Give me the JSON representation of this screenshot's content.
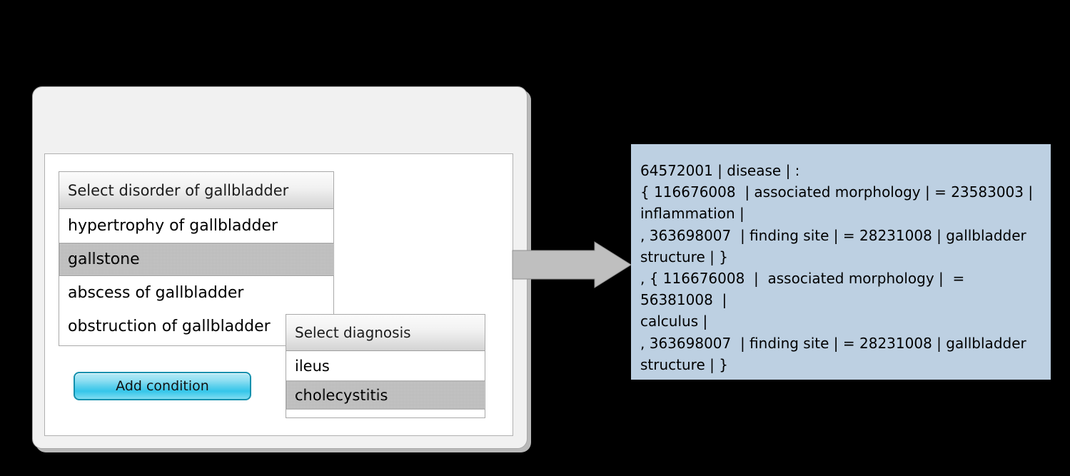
{
  "app": {
    "window_title": "",
    "background_color": "#000000"
  },
  "colors": {
    "panel_bg": "#f1f1f1",
    "inner_panel_bg": "#ffffff",
    "expression_panel_bg": "#bdd0e2",
    "arrow_fill": "#bfbfbf",
    "arrow_stroke": "#8f8f8f",
    "button_accent": "#35c6ea",
    "button_border": "#1290ad"
  },
  "dropdowns": [
    {
      "name": "disorder-of-gallbladder",
      "header": "Select disorder of gallbladder",
      "items": [
        {
          "label": "hypertrophy of gallbladder",
          "selected": false
        },
        {
          "label": "gallstone",
          "selected": true
        },
        {
          "label": "abscess of gallbladder",
          "selected": false
        },
        {
          "label": "obstruction of gallbladder",
          "selected": false
        }
      ]
    },
    {
      "name": "diagnosis",
      "header": "Select diagnosis",
      "items": [
        {
          "label": "ileus",
          "selected": false
        },
        {
          "label": "cholecystitis",
          "selected": true
        }
      ]
    }
  ],
  "buttons": {
    "add_condition": "Add condition"
  },
  "arrow": {
    "icon": "right-arrow-icon",
    "direction": "right"
  },
  "expression": {
    "lines": [
      "64572001 | disease | :",
      "{ 116676008  | associated morphology | = 23583003 |",
      "inflammation |",
      ", 363698007  | finding site | = 28231008 | gallbladder",
      "structure | }",
      ", { 116676008  |  associated morphology |  = 56381008  |",
      "calculus |",
      ", 363698007  | finding site | = 28231008 | gallbladder",
      "structure | }"
    ]
  }
}
